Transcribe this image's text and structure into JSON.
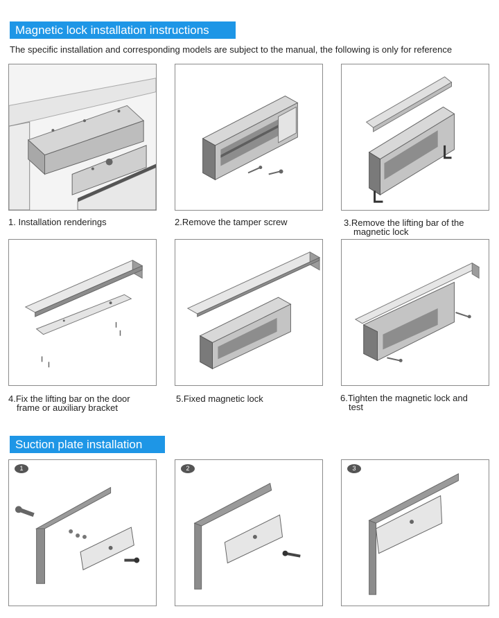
{
  "section1": {
    "title": "Magnetic lock installation instructions",
    "subtitle": "The specific installation and corresponding models are subject to the manual, the following is only for reference",
    "steps": [
      {
        "label": "1. Installation renderings"
      },
      {
        "label": "2.Remove the tamper screw"
      },
      {
        "label_line1": "3.Remove the lifting bar of the",
        "label_line2": "magnetic lock"
      },
      {
        "label_line1": "4.Fix the lifting bar on the door",
        "label_line2": "frame or auxiliary bracket"
      },
      {
        "label": "5.Fixed magnetic lock"
      },
      {
        "label_line1": "6.Tighten the magnetic lock and",
        "label_line2": "test"
      }
    ]
  },
  "section2": {
    "title": "Suction plate installation",
    "steps": [
      {
        "badge": "1"
      },
      {
        "badge": "2"
      },
      {
        "badge": "3"
      }
    ]
  },
  "colors": {
    "banner": "#1e96e6",
    "panel_border": "#8a8a8a",
    "metal_light": "#d9d9d9",
    "metal_dark": "#7a7a7a",
    "bracket_dark": "#8c8c8c"
  }
}
